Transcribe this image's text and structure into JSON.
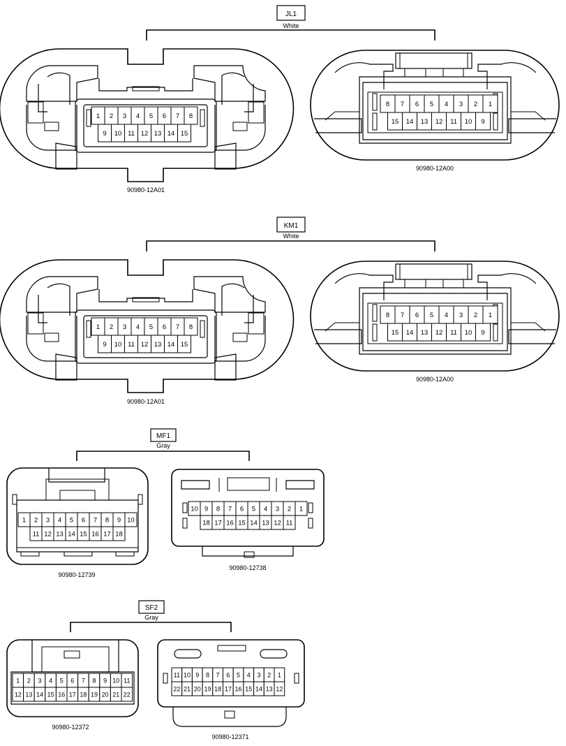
{
  "groups": [
    {
      "id": "JL1",
      "color": "White",
      "connectors": [
        {
          "part": "90980-12A01",
          "rows": [
            [
              "1",
              "2",
              "3",
              "4",
              "5",
              "6",
              "7",
              "8"
            ],
            [
              "9",
              "10",
              "11",
              "12",
              "13",
              "14",
              "15"
            ]
          ]
        },
        {
          "part": "90980-12A00",
          "rows": [
            [
              "8",
              "7",
              "6",
              "5",
              "4",
              "3",
              "2",
              "1"
            ],
            [
              "15",
              "14",
              "13",
              "12",
              "11",
              "10",
              "9"
            ]
          ]
        }
      ]
    },
    {
      "id": "KM1",
      "color": "White",
      "connectors": [
        {
          "part": "90980-12A01",
          "rows": [
            [
              "1",
              "2",
              "3",
              "4",
              "5",
              "6",
              "7",
              "8"
            ],
            [
              "9",
              "10",
              "11",
              "12",
              "13",
              "14",
              "15"
            ]
          ]
        },
        {
          "part": "90980-12A00",
          "rows": [
            [
              "8",
              "7",
              "6",
              "5",
              "4",
              "3",
              "2",
              "1"
            ],
            [
              "15",
              "14",
              "13",
              "12",
              "11",
              "10",
              "9"
            ]
          ]
        }
      ]
    },
    {
      "id": "MF1",
      "color": "Gray",
      "connectors": [
        {
          "part": "90980-12739",
          "rows": [
            [
              "1",
              "2",
              "3",
              "4",
              "5",
              "6",
              "7",
              "8",
              "9",
              "10"
            ],
            [
              "11",
              "12",
              "13",
              "14",
              "15",
              "16",
              "17",
              "18"
            ]
          ]
        },
        {
          "part": "90980-12738",
          "rows": [
            [
              "10",
              "9",
              "8",
              "7",
              "6",
              "5",
              "4",
              "3",
              "2",
              "1"
            ],
            [
              "18",
              "17",
              "16",
              "15",
              "14",
              "13",
              "12",
              "11"
            ]
          ]
        }
      ]
    },
    {
      "id": "SF2",
      "color": "Gray",
      "connectors": [
        {
          "part": "90980-12372",
          "rows": [
            [
              "1",
              "2",
              "3",
              "4",
              "5",
              "6",
              "7",
              "8",
              "9",
              "10",
              "11"
            ],
            [
              "12",
              "13",
              "14",
              "15",
              "16",
              "17",
              "18",
              "19",
              "20",
              "21",
              "22"
            ]
          ]
        },
        {
          "part": "90980-12371",
          "rows": [
            [
              "11",
              "10",
              "9",
              "8",
              "7",
              "6",
              "5",
              "4",
              "3",
              "2",
              "1"
            ],
            [
              "22",
              "21",
              "20",
              "19",
              "18",
              "17",
              "16",
              "15",
              "14",
              "13",
              "12"
            ]
          ]
        }
      ]
    }
  ]
}
